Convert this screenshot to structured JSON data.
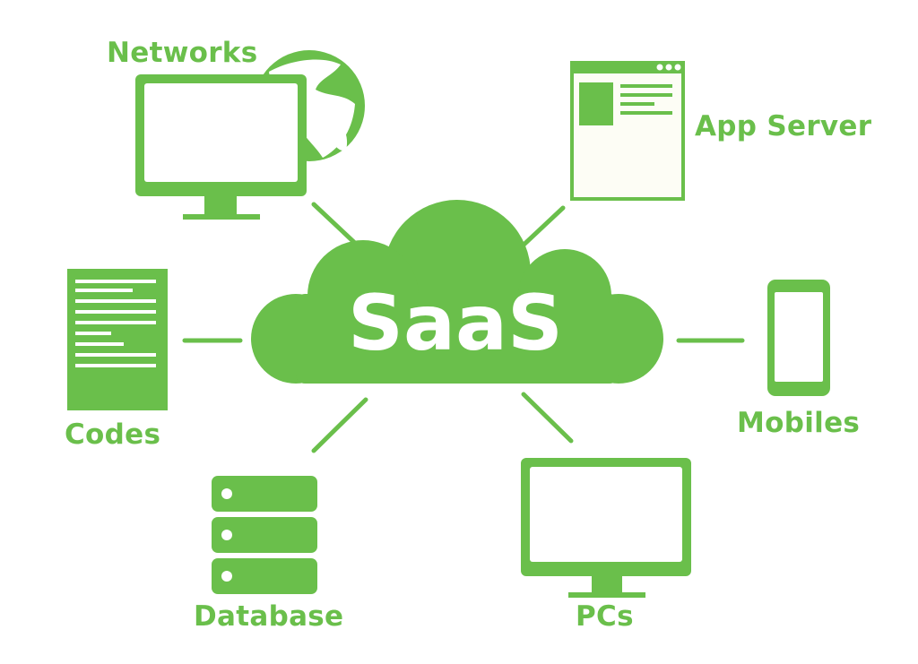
{
  "center": {
    "label": "SaaS"
  },
  "nodes": {
    "networks": {
      "label": "Networks"
    },
    "app_server": {
      "label": "App Server"
    },
    "codes": {
      "label": "Codes"
    },
    "mobiles": {
      "label": "Mobiles"
    },
    "database": {
      "label": "Database"
    },
    "pcs": {
      "label": "PCs"
    }
  },
  "colors": {
    "primary": "#6abf4b",
    "paper": "#fdfdf5",
    "background": "#ffffff"
  },
  "icons": [
    "globe-icon",
    "monitor-icon",
    "browser-window-icon",
    "document-icon",
    "smartphone-icon",
    "server-stack-icon"
  ]
}
